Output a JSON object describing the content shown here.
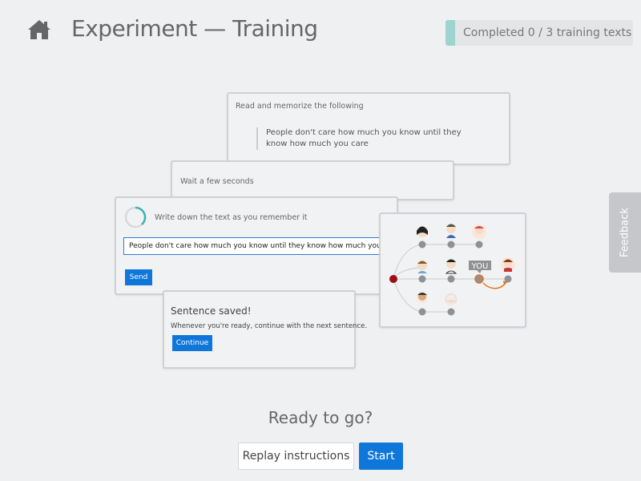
{
  "header": {
    "title": "Experiment — Training",
    "home_icon": "home-icon"
  },
  "progress": {
    "text": "Completed 0 / 3 training texts",
    "completed": 0,
    "total": 3,
    "fill_color": "#9dd4cd"
  },
  "feedback": {
    "label": "Feedback"
  },
  "illustration": {
    "memorize": {
      "instruction": "Read and memorize the following",
      "quote": "People don't care how much you know until they know how much you care"
    },
    "wait": {
      "instruction": "Wait a few seconds"
    },
    "write": {
      "instruction": "Write down the text as you remember it",
      "input_value": "People don't care how much you know until they know how much you care",
      "send_label": "Send"
    },
    "saved": {
      "title": "Sentence saved!",
      "message": "Whenever you're ready, continue with the next sentence.",
      "continue_label": "Continue"
    },
    "network": {
      "you_label": "YOU"
    }
  },
  "footer": {
    "ready_text": "Ready to go?",
    "replay_label": "Replay instructions",
    "start_label": "Start"
  },
  "colors": {
    "accent": "#0f77d9",
    "background": "#eff0f2"
  }
}
